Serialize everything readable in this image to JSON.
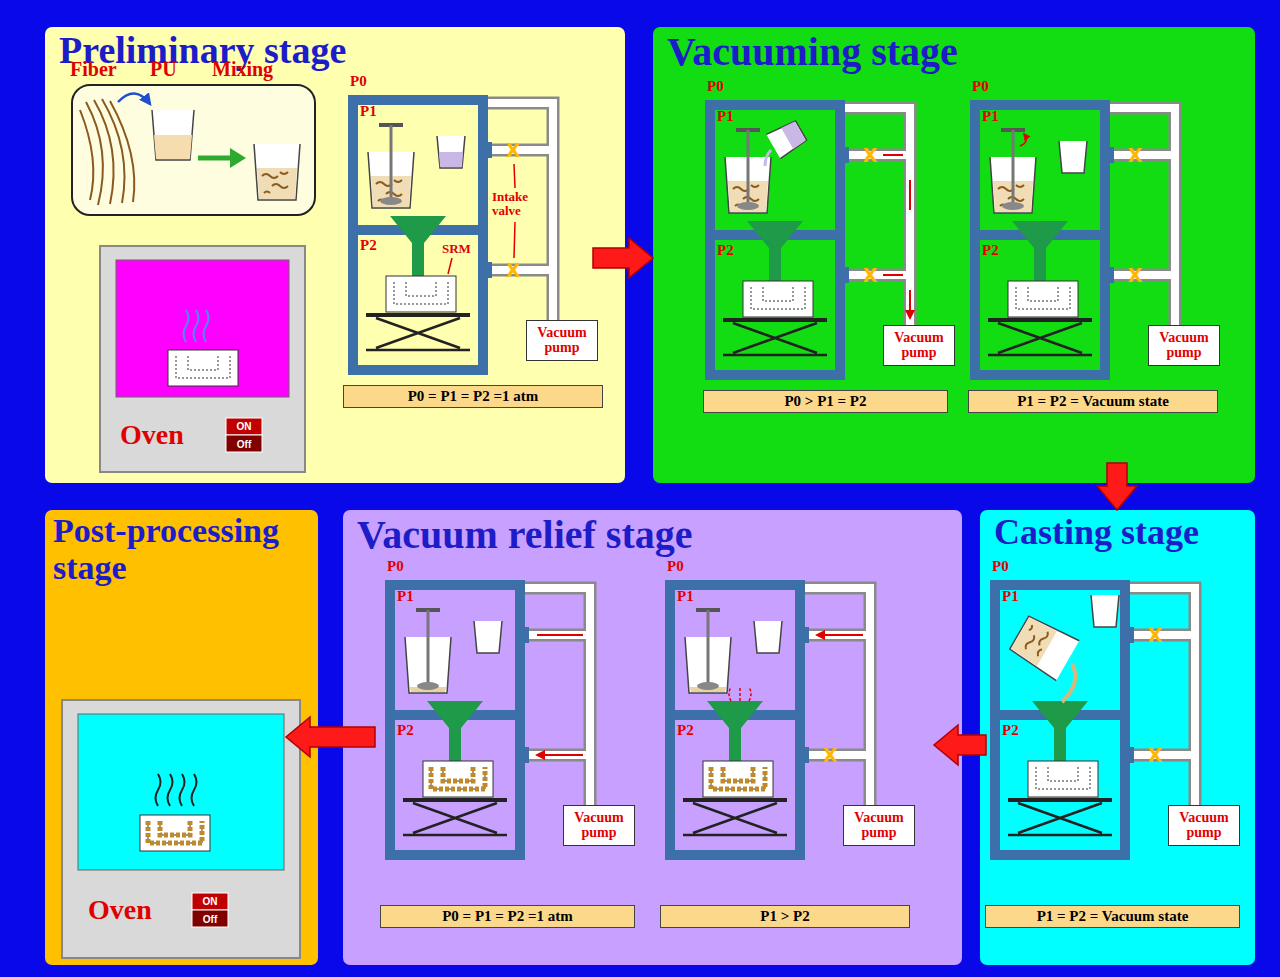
{
  "diagram": {
    "nodes": [
      {
        "text": [
          "Preliminary stage"
        ]
      },
      {
        "text": [
          "Vacuum pump"
        ],
        "in": 0
      },
      {
        "text": [
          "P0 = P1 = P2 =1 atm"
        ],
        "in": 0
      },
      {
        "text": [
          "Vacuuming stage"
        ]
      },
      {
        "text": [
          "Vacuum pump"
        ],
        "in": 3
      },
      {
        "text": [
          "P0 > P1 = P2"
        ],
        "in": 3
      },
      {
        "text": [
          "Vacuum pump"
        ],
        "in": 3
      },
      {
        "text": [
          "P1 = P2 = Vacuum state"
        ],
        "in": 3
      },
      {
        "text": [
          "Casting stage"
        ]
      },
      {
        "text": [
          "Vacuum pump"
        ],
        "in": 8
      },
      {
        "text": [
          "P1 = P2 = Vacuum state"
        ],
        "in": 8
      },
      {
        "text": [
          "Vacuum relief stage"
        ]
      },
      {
        "text": [
          "Vacuum pump"
        ],
        "in": 11
      },
      {
        "text": [
          "P0 = P1 = P2 =1 atm"
        ],
        "in": 11
      },
      {
        "text": [
          "Vacuum pump"
        ],
        "in": 11
      },
      {
        "text": [
          "P1 > P2"
        ],
        "in": 11
      },
      {
        "text": [
          "Post-processing stage"
        ]
      }
    ],
    "edges": [
      {
        "from": 0,
        "to": 3,
        "arrow": "to"
      },
      {
        "from": 3,
        "to": 8,
        "arrow": "to"
      },
      {
        "from": 8,
        "to": 11,
        "arrow": "to"
      },
      {
        "from": 11,
        "to": 16,
        "arrow": "to"
      }
    ],
    "labels": [
      "Fiber",
      "PU",
      "Mixing",
      "Oven",
      "ON",
      "Off",
      "P0",
      "P1",
      "P2",
      "Intake valve",
      "SRM",
      "X",
      "X",
      "P0",
      "P1",
      "P2",
      "X",
      "X",
      "P0",
      "P1",
      "P2",
      "X",
      "X",
      "P0",
      "P1",
      "P2",
      "X",
      "X",
      "P0",
      "P1",
      "P2",
      "P0",
      "P1",
      "P2",
      "X",
      "Oven",
      "ON",
      "Off"
    ]
  }
}
